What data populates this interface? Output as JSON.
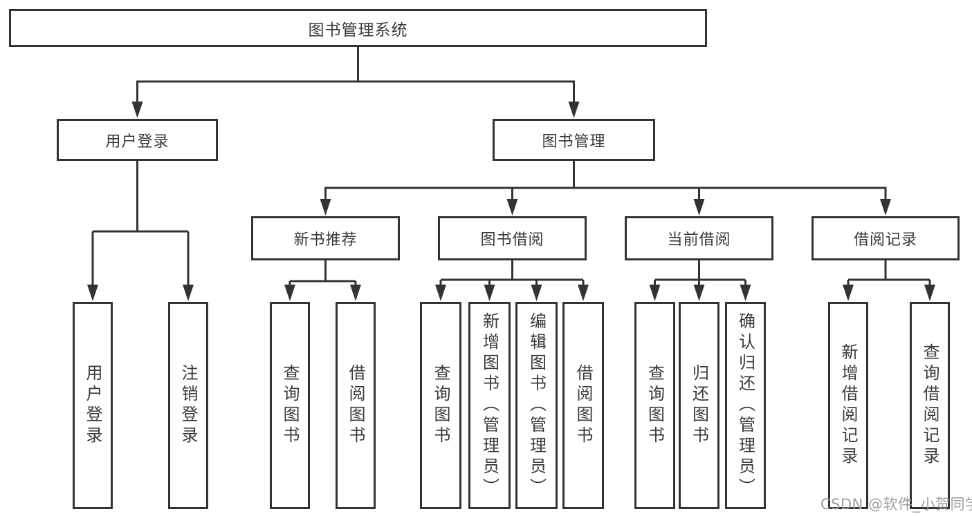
{
  "tree": {
    "label": "图书管理系统",
    "children": [
      {
        "label": "用户登录",
        "children": [
          {
            "label": "用户登录"
          },
          {
            "label": "注销登录"
          }
        ]
      },
      {
        "label": "图书管理",
        "children": [
          {
            "label": "新书推荐",
            "children": [
              {
                "label": "查询图书"
              },
              {
                "label": "借阅图书"
              }
            ]
          },
          {
            "label": "图书借阅",
            "children": [
              {
                "label": "查询图书"
              },
              {
                "label": "新增图书（管理员）"
              },
              {
                "label": "编辑图书（管理员）"
              },
              {
                "label": "借阅图书"
              }
            ]
          },
          {
            "label": "当前借阅",
            "children": [
              {
                "label": "查询图书"
              },
              {
                "label": "归还图书"
              },
              {
                "label": "确认归还（管理员）"
              }
            ]
          },
          {
            "label": "借阅记录",
            "children": [
              {
                "label": "新增借阅记录"
              },
              {
                "label": "查询借阅记录"
              }
            ]
          }
        ]
      }
    ]
  },
  "watermark": "CSDN @软件_小贺同学",
  "colors": {
    "line": "#333333",
    "box_border": "#333333",
    "text": "#3a3a3a",
    "watermark": "#9d9da2",
    "background": "#ffffff"
  }
}
